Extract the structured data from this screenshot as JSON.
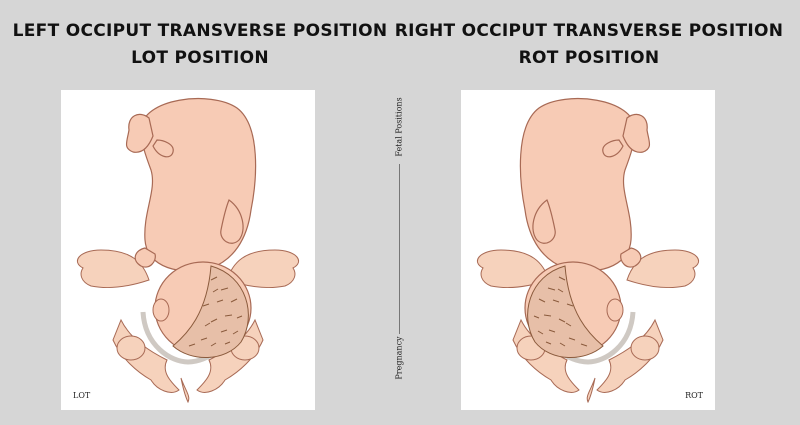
{
  "left": {
    "title_line1": "LEFT OCCIPUT TRANSVERSE POSITION",
    "title_line2": "LOT POSITION",
    "corner_label": "LOT"
  },
  "right": {
    "title_line1": "RIGHT OCCIPUT TRANSVERSE POSITION",
    "title_line2": "ROT POSITION",
    "corner_label": "ROT"
  },
  "center": {
    "vertical_top": "Fetal Positions",
    "vertical_bottom": "Pregnancy"
  },
  "colors": {
    "background": "#d6d6d6",
    "panel": "#ffffff",
    "skin": "#f7cbb5",
    "skin_outline": "#a86a55",
    "pelvis": "#f6d2bc",
    "hair": "#8a5a3c"
  }
}
